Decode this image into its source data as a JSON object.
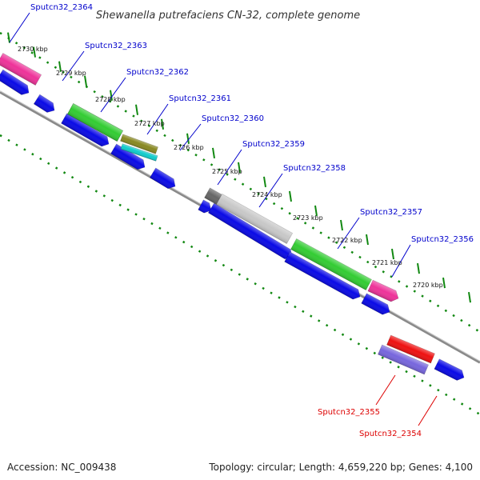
{
  "title": "Shewanella putrefaciens CN-32, complete genome",
  "accession": "Accession: NC_009438",
  "topology": "Topology: circular; Length: 4,659,220 bp; Genes: 4,100",
  "colors": {
    "backbone": "#8a8a8a",
    "tick": "#118811",
    "cds": "#0a0ae6",
    "label_forward": "#0000cc",
    "label_reverse": "#dd0000"
  },
  "ticks": [
    "2730 kbp",
    "2729 kbp",
    "2728 kbp",
    "2727 kbp",
    "2726 kbp",
    "2725 kbp",
    "2724 kbp",
    "2723 kbp",
    "2722 kbp",
    "2721 kbp",
    "2720 kbp"
  ],
  "genes": [
    {
      "name": "Sputcn32_2364",
      "color": "#ee3399",
      "strand": "forward"
    },
    {
      "name": "Sputcn32_2363",
      "color": "#33cc33",
      "strand": "forward"
    },
    {
      "name": "Sputcn32_2362",
      "color": "#33cc33",
      "strand": "forward"
    },
    {
      "name": "Sputcn32_2361",
      "color": "#888822",
      "strand": "forward"
    },
    {
      "name": "Sputcn32_2360",
      "color": "#11cccc",
      "strand": "forward"
    },
    {
      "name": "Sputcn32_2359",
      "color": "#666666",
      "strand": "forward"
    },
    {
      "name": "Sputcn32_2358",
      "color": "#c8c8c8",
      "strand": "forward"
    },
    {
      "name": "Sputcn32_2357",
      "color": "#33cc33",
      "strand": "forward"
    },
    {
      "name": "Sputcn32_2356",
      "color": "#ee3399",
      "strand": "forward"
    },
    {
      "name": "Sputcn32_2355",
      "color": "#7766dd",
      "strand": "reverse"
    },
    {
      "name": "Sputcn32_2354",
      "color": "#ee1111",
      "strand": "reverse"
    }
  ]
}
